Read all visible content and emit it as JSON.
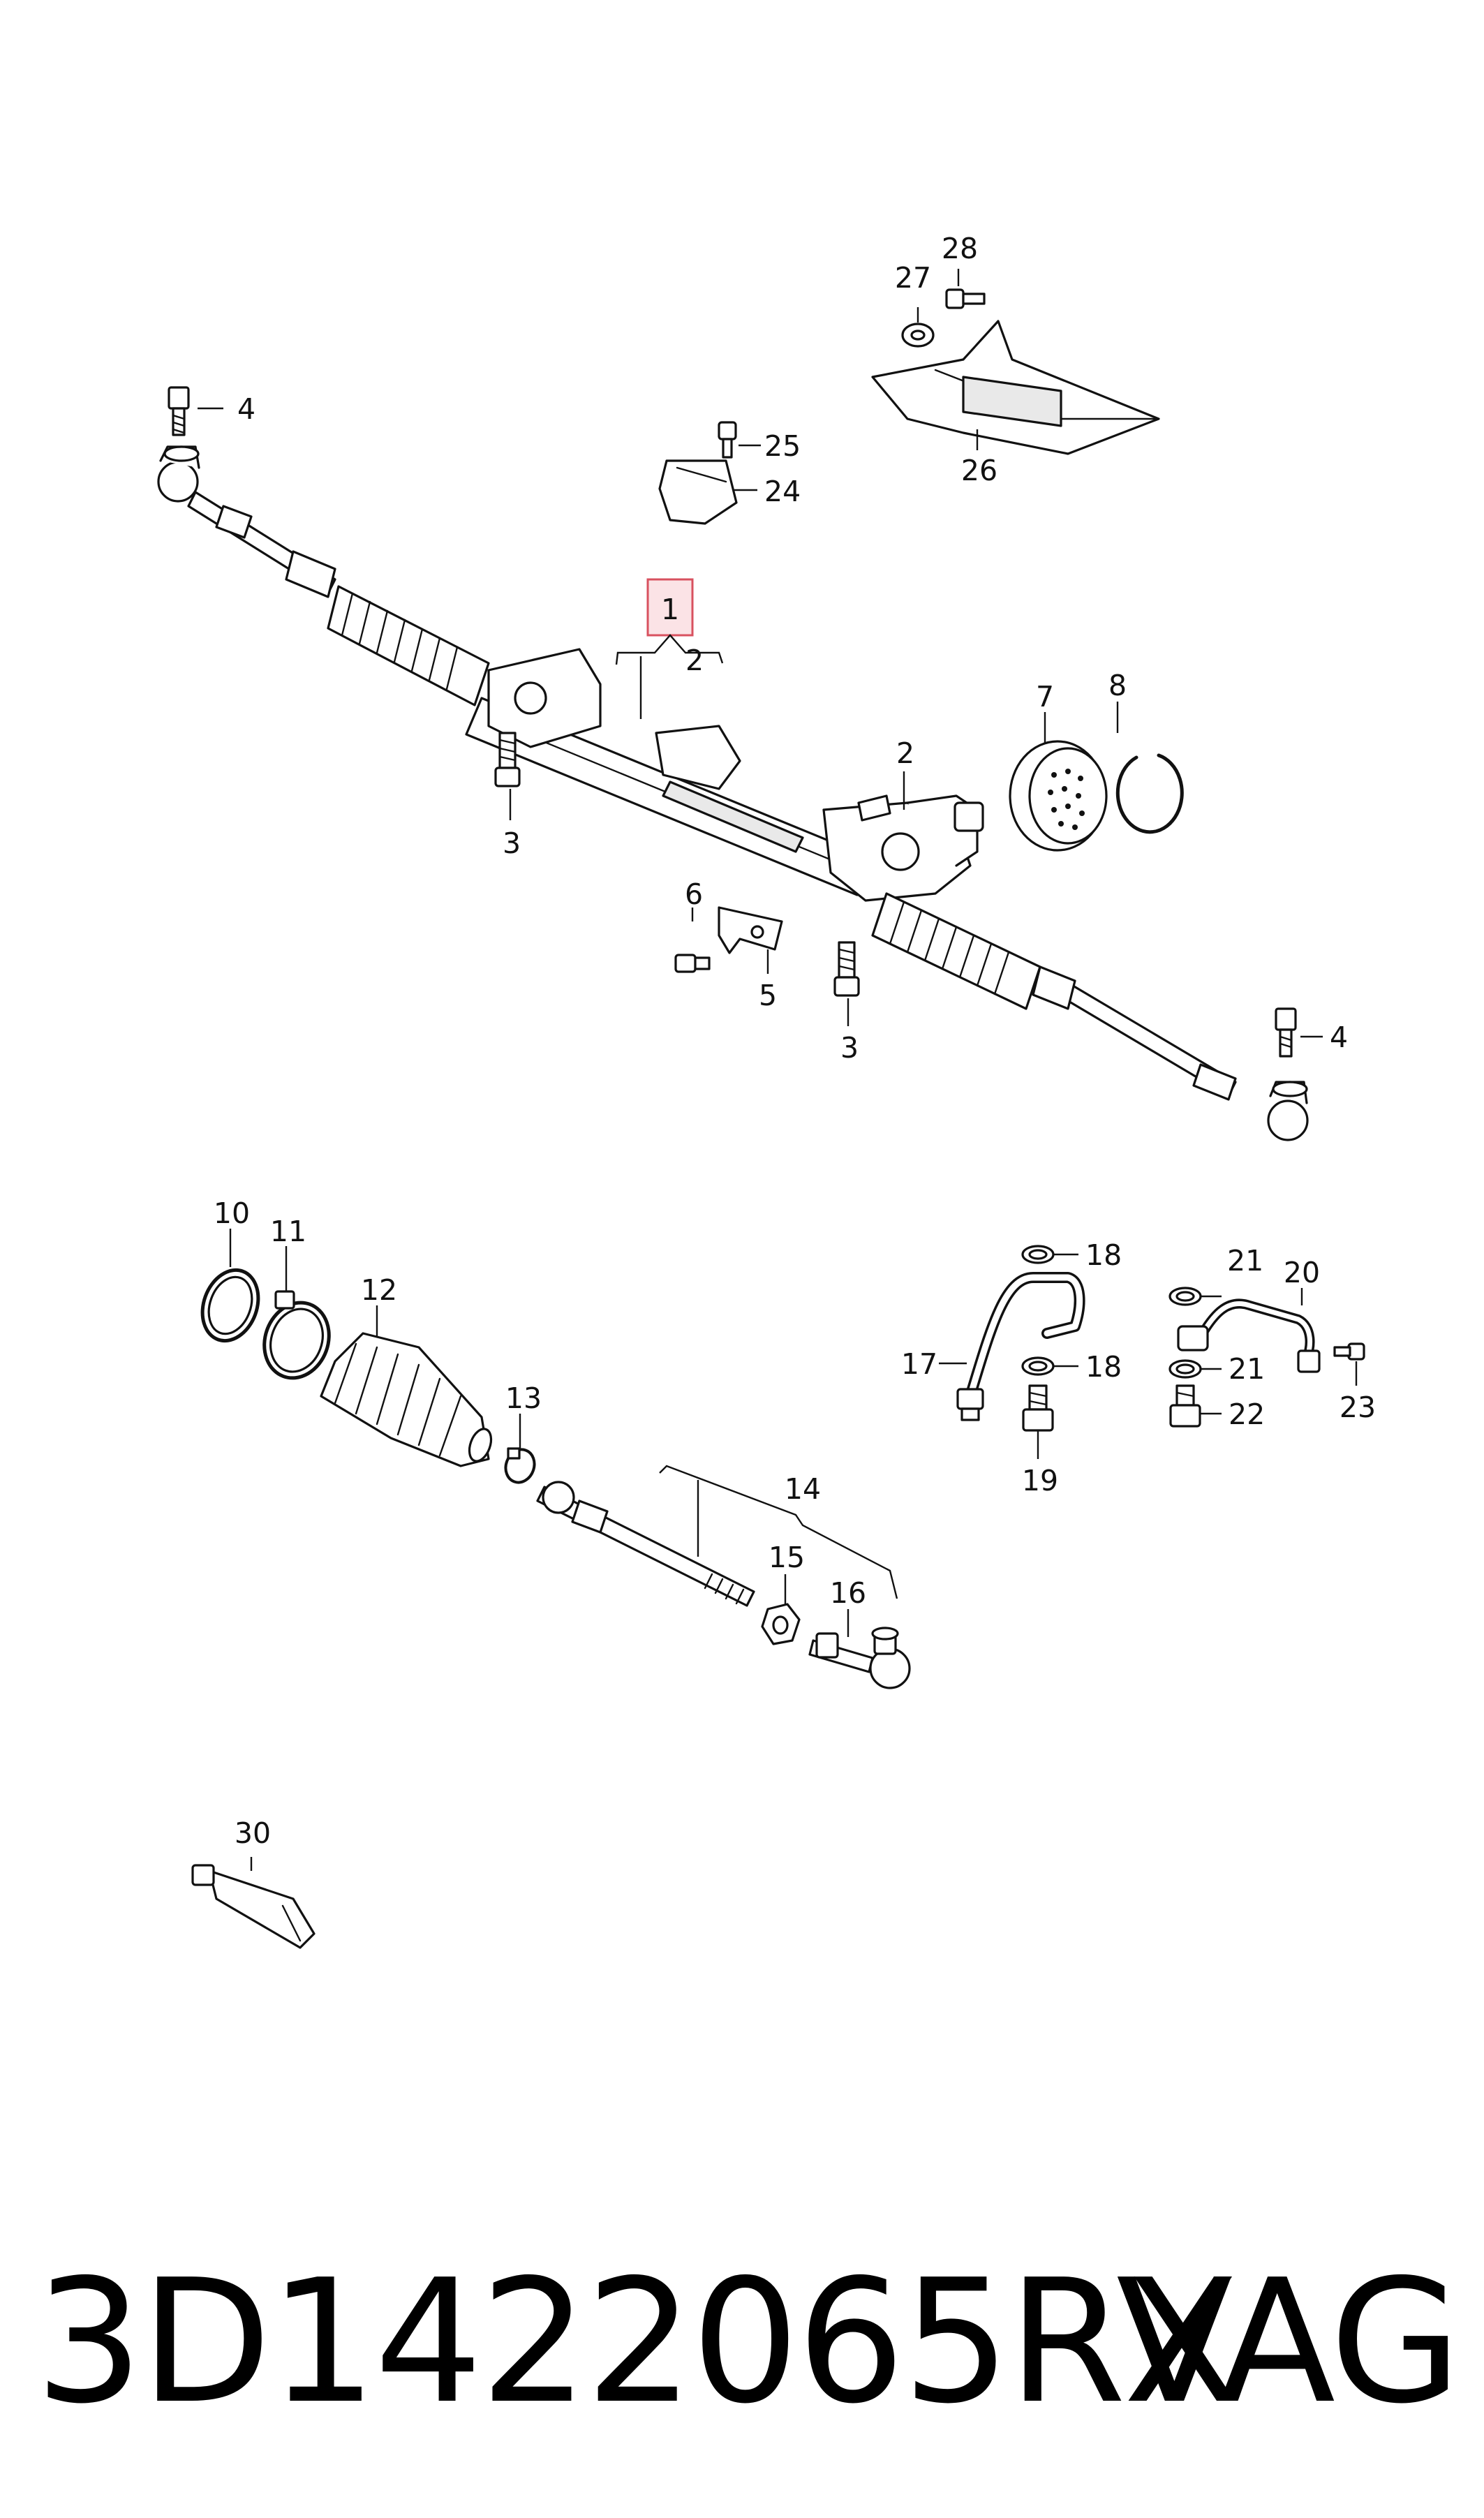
{
  "diagram": {
    "callouts": [
      {
        "id": "c1",
        "text": "1"
      },
      {
        "id": "c2a",
        "text": "2"
      },
      {
        "id": "c2b",
        "text": "2"
      },
      {
        "id": "c3a",
        "text": "3"
      },
      {
        "id": "c3b",
        "text": "3"
      },
      {
        "id": "c4a",
        "text": "4"
      },
      {
        "id": "c4b",
        "text": "4"
      },
      {
        "id": "c5",
        "text": "5"
      },
      {
        "id": "c6",
        "text": "6"
      },
      {
        "id": "c7",
        "text": "7"
      },
      {
        "id": "c8",
        "text": "8"
      },
      {
        "id": "c10",
        "text": "10"
      },
      {
        "id": "c11",
        "text": "11"
      },
      {
        "id": "c12",
        "text": "12"
      },
      {
        "id": "c13",
        "text": "13"
      },
      {
        "id": "c14",
        "text": "14"
      },
      {
        "id": "c15",
        "text": "15"
      },
      {
        "id": "c16",
        "text": "16"
      },
      {
        "id": "c17",
        "text": "17"
      },
      {
        "id": "c18a",
        "text": "18"
      },
      {
        "id": "c18b",
        "text": "18"
      },
      {
        "id": "c19",
        "text": "19"
      },
      {
        "id": "c20",
        "text": "20"
      },
      {
        "id": "c21a",
        "text": "21"
      },
      {
        "id": "c21b",
        "text": "21"
      },
      {
        "id": "c22",
        "text": "22"
      },
      {
        "id": "c23",
        "text": "23"
      },
      {
        "id": "c24",
        "text": "24"
      },
      {
        "id": "c25",
        "text": "25"
      },
      {
        "id": "c26",
        "text": "26"
      },
      {
        "id": "c27",
        "text": "27"
      },
      {
        "id": "c28",
        "text": "28"
      },
      {
        "id": "c30",
        "text": "30"
      }
    ],
    "highlight_color": "#fbe3e6",
    "highlight_border": "#d8515f"
  },
  "footer": {
    "part_number": "3D1422065RX",
    "brand": "VAG"
  }
}
